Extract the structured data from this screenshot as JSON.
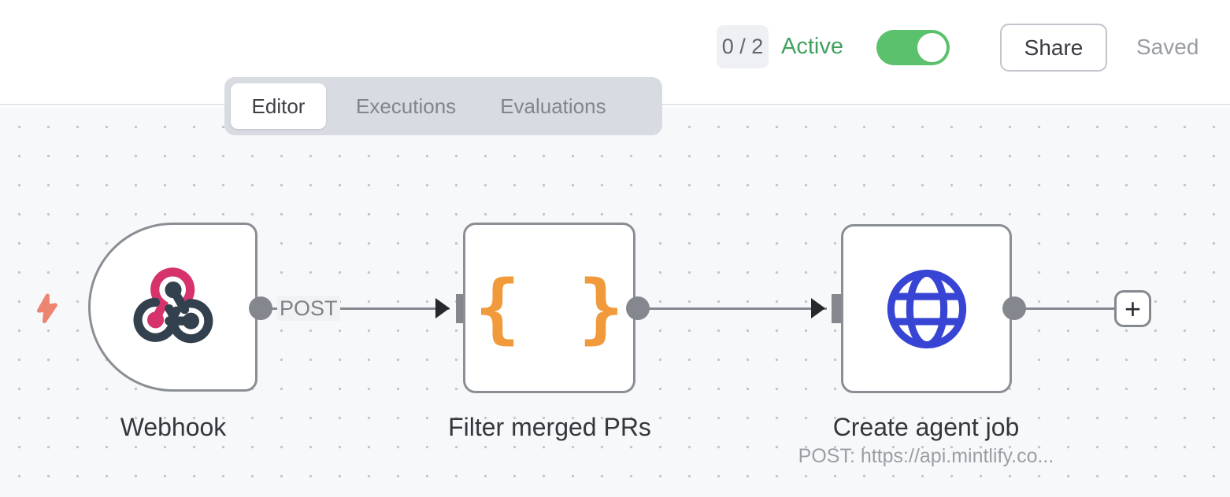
{
  "header": {
    "counter": "0 / 2",
    "active_label": "Active",
    "toggle_state": "on",
    "share_label": "Share",
    "saved_label": "Saved"
  },
  "tabs": {
    "items": [
      {
        "label": "Editor",
        "active": true
      },
      {
        "label": "Executions",
        "active": false
      },
      {
        "label": "Evaluations",
        "active": false
      }
    ]
  },
  "canvas": {
    "trigger_indicator": "lightning-bolt",
    "nodes": [
      {
        "title": "Webhook",
        "icon": "webhook-icon",
        "type": "trigger"
      },
      {
        "title": "Filter merged PRs",
        "icon": "code-braces-icon",
        "type": "code"
      },
      {
        "title": "Create agent job",
        "subtitle": "POST: https://api.mintlify.co...",
        "icon": "globe-icon",
        "type": "http-request"
      }
    ],
    "connections": [
      {
        "from": "Webhook",
        "to": "Filter merged PRs",
        "label": "POST"
      },
      {
        "from": "Filter merged PRs",
        "to": "Create agent job",
        "label": ""
      },
      {
        "from": "Create agent job",
        "to": "add-node-button",
        "label": ""
      }
    ],
    "add_button_label": "+",
    "braces_glyph": "{ }"
  },
  "colors": {
    "toggle_green": "#5cc16c",
    "active_text_green": "#41a15f",
    "lightning_coral": "#ed8472",
    "webhook_pink": "#d6336c",
    "webhook_slate": "#33404d",
    "code_orange": "#f09a3c",
    "http_blue": "#3844d3",
    "connector_gray": "#84878e",
    "canvas_bg": "#f7f8fa",
    "tabbar_bg": "#d8dbe2"
  }
}
